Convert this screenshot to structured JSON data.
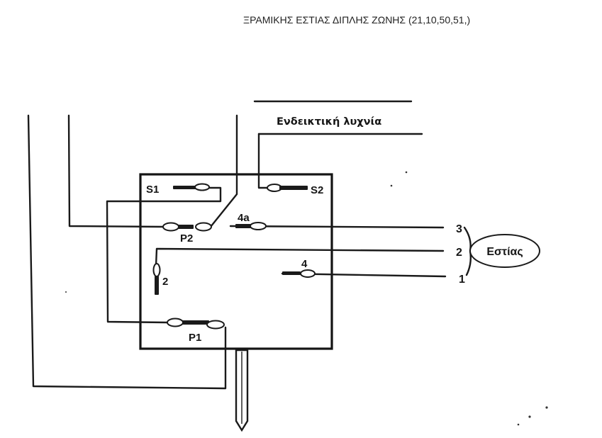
{
  "title": "ΞΡΑΜΙΚΗΣ ΕΣΤΙΑΣ  ΔΙΠΛΗΣ ΖΩΝΗΣ (21,10,50,51,)",
  "indicator_label": "Ενδεικτική λυχνία",
  "zone_label": "Εστίας",
  "terminals": {
    "s1": "S1",
    "s2": "S2",
    "p1": "P1",
    "p2": "P2",
    "t2": "2",
    "t4": "4",
    "t4a": "4a"
  },
  "line_numbers": {
    "l3": "3",
    "l2": "2",
    "l1": "1"
  }
}
